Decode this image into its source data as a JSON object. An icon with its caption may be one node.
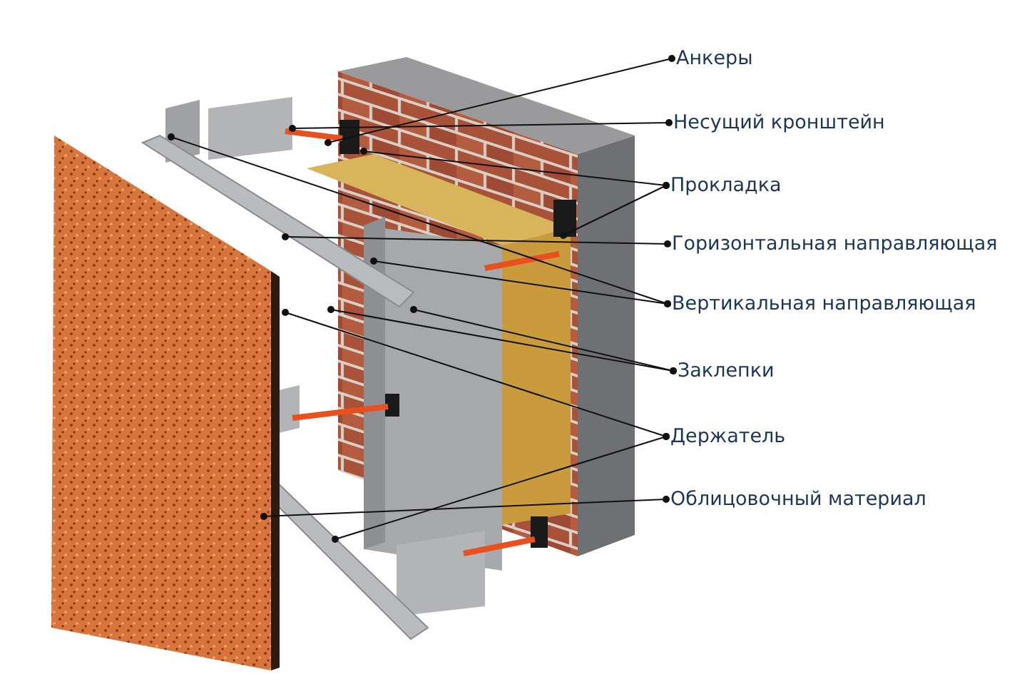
{
  "diagram": {
    "nodes": [
      {
        "text": [
          "Анкеры"
        ]
      },
      {
        "text": [
          "Несущий кронштейн"
        ]
      },
      {
        "text": [
          "Прокладка"
        ]
      },
      {
        "text": [
          "Горизонтальная направляющая"
        ]
      },
      {
        "text": [
          "Вертикальная направляющая"
        ]
      },
      {
        "text": [
          "Заклепки"
        ]
      },
      {
        "text": [
          "Держатель"
        ]
      },
      {
        "text": [
          "Облицовочный материал"
        ]
      }
    ],
    "edges": [
      {
        "from": 0,
        "to": null,
        "arrow": "other"
      },
      {
        "from": 1,
        "to": null,
        "arrow": "other"
      },
      {
        "from": 2,
        "to": null,
        "arrow": "other"
      },
      {
        "from": 2,
        "to": null,
        "arrow": "other"
      },
      {
        "from": 3,
        "to": null,
        "arrow": "other"
      },
      {
        "from": 4,
        "to": null,
        "arrow": "other"
      },
      {
        "from": 4,
        "to": null,
        "arrow": "other"
      },
      {
        "from": 5,
        "to": null,
        "arrow": "other"
      },
      {
        "from": 5,
        "to": null,
        "arrow": "other"
      },
      {
        "from": 6,
        "to": null,
        "arrow": "other"
      },
      {
        "from": 6,
        "to": null,
        "arrow": "other"
      },
      {
        "from": 7,
        "to": null,
        "arrow": "other"
      }
    ]
  }
}
